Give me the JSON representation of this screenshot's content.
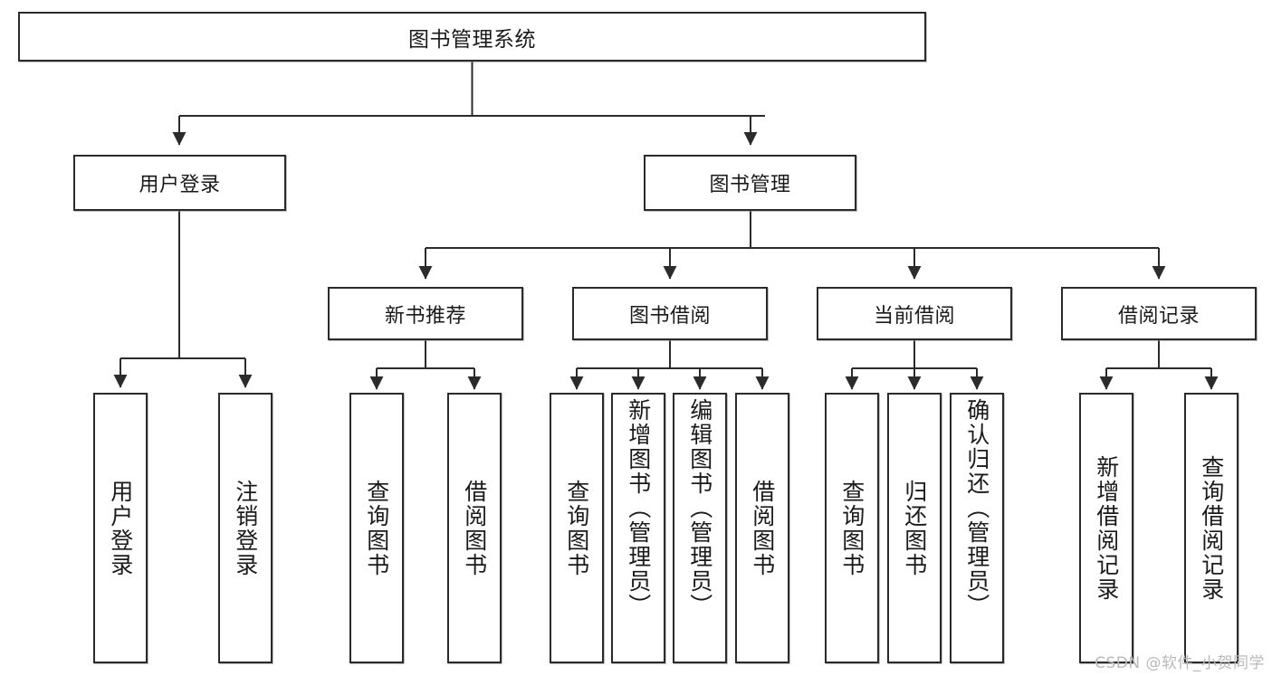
{
  "diagram": {
    "type": "tree-hierarchy",
    "title": "图书管理系统",
    "watermark": "CSDN @软件_小贺同学",
    "colors": {
      "box_border": "#2b2b2b",
      "box_fill": "#ffffff",
      "connector": "#2b2b2b",
      "text": "#1a1a1a",
      "watermark": "#b9b9b9",
      "background": "#ffffff"
    },
    "levels": {
      "root": {
        "label": "图书管理系统"
      },
      "level2": [
        {
          "id": "user-login",
          "label": "用户登录"
        },
        {
          "id": "book-manage",
          "label": "图书管理"
        }
      ],
      "level3": [
        {
          "id": "new-book-recommend",
          "label": "新书推荐",
          "parent": "book-manage"
        },
        {
          "id": "book-borrow",
          "label": "图书借阅",
          "parent": "book-manage"
        },
        {
          "id": "current-borrow",
          "label": "当前借阅",
          "parent": "book-manage"
        },
        {
          "id": "borrow-record",
          "label": "借阅记录",
          "parent": "book-manage"
        }
      ],
      "leaves": [
        {
          "id": "leaf-user-login",
          "label": "用户登录",
          "parent": "user-login"
        },
        {
          "id": "leaf-user-logout",
          "label": "注销登录",
          "parent": "user-login"
        },
        {
          "id": "leaf-query-book-1",
          "label": "查询图书",
          "parent": "new-book-recommend"
        },
        {
          "id": "leaf-borrow-book-1",
          "label": "借阅图书",
          "parent": "new-book-recommend"
        },
        {
          "id": "leaf-query-book-2",
          "label": "查询图书",
          "parent": "book-borrow"
        },
        {
          "id": "leaf-add-book",
          "label": "新增图书（管理员）",
          "parent": "book-borrow"
        },
        {
          "id": "leaf-edit-book",
          "label": "编辑图书（管理员）",
          "parent": "book-borrow"
        },
        {
          "id": "leaf-borrow-book-2",
          "label": "借阅图书",
          "parent": "book-borrow"
        },
        {
          "id": "leaf-query-book-3",
          "label": "查询图书",
          "parent": "current-borrow"
        },
        {
          "id": "leaf-return-book",
          "label": "归还图书",
          "parent": "current-borrow"
        },
        {
          "id": "leaf-confirm-return",
          "label": "确认归还（管理员）",
          "parent": "current-borrow"
        },
        {
          "id": "leaf-add-record",
          "label": "新增借阅记录",
          "parent": "borrow-record"
        },
        {
          "id": "leaf-query-record",
          "label": "查询借阅记录",
          "parent": "borrow-record"
        }
      ]
    }
  }
}
